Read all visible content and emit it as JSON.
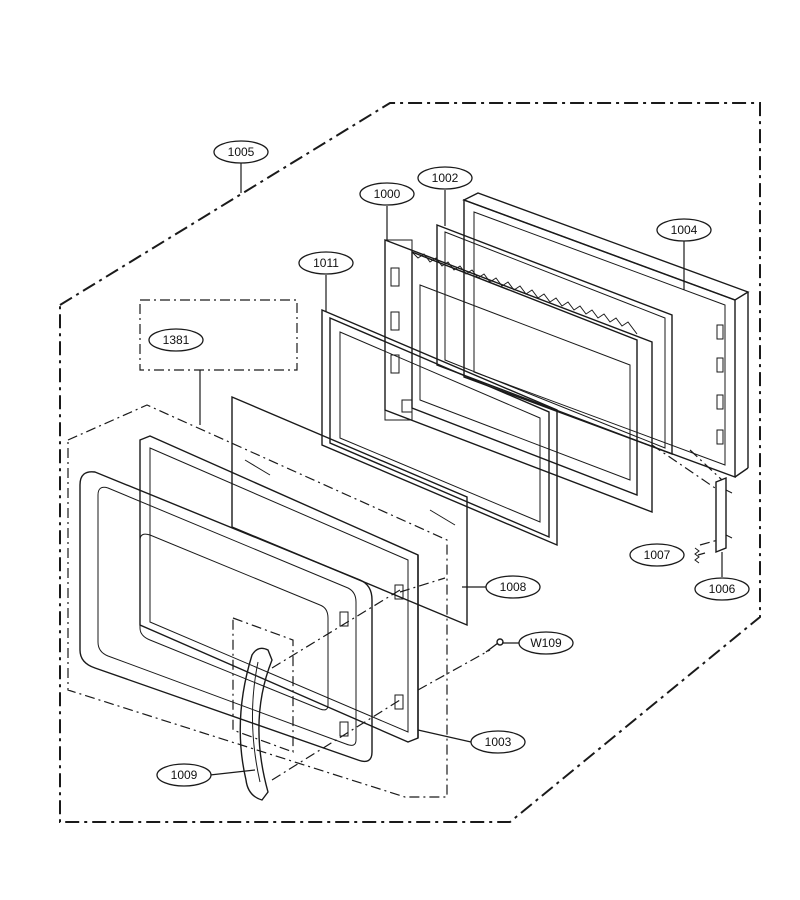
{
  "diagram": {
    "callouts": [
      {
        "id": "c1005",
        "label": "1005"
      },
      {
        "id": "c1000",
        "label": "1000"
      },
      {
        "id": "c1002",
        "label": "1002"
      },
      {
        "id": "c1004",
        "label": "1004"
      },
      {
        "id": "c1011",
        "label": "1011"
      },
      {
        "id": "c1381",
        "label": "1381"
      },
      {
        "id": "c1008",
        "label": "1008"
      },
      {
        "id": "c1007",
        "label": "1007"
      },
      {
        "id": "c1006",
        "label": "1006"
      },
      {
        "id": "cW109",
        "label": "W109"
      },
      {
        "id": "c1003",
        "label": "1003"
      },
      {
        "id": "c1009",
        "label": "1009"
      }
    ]
  }
}
